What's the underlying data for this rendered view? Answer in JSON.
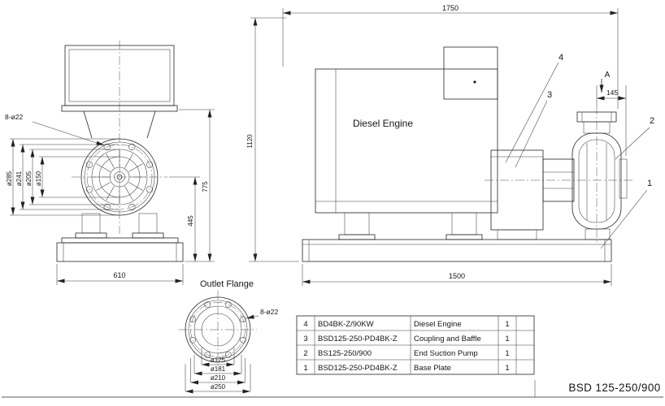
{
  "title_block": {
    "model": "BSD 125-250/900"
  },
  "front_view": {
    "bolt_note": "8-ø22",
    "dia_1": "ø285",
    "dia_2": "ø241",
    "dia_3": "ø205",
    "dia_4": "ø150",
    "base_width": "610",
    "center_height": "445",
    "total_height": "775"
  },
  "side_view": {
    "engine_label": "Diesel Engine",
    "overall_length": "1750",
    "overall_height": "1120",
    "flange_offset": "145",
    "base_length": "1500",
    "section_label": "A",
    "callout_4": "4",
    "callout_3": "3",
    "callout_2": "2",
    "callout_1": "1"
  },
  "flange_view": {
    "label": "Outlet Flange",
    "bolt_note": "8-ø22",
    "dia_1": "ø125",
    "dia_2": "ø181",
    "dia_3": "ø210",
    "dia_4": "ø250"
  },
  "parts_table": {
    "rows": [
      {
        "no": "4",
        "code": "BD4BK-Z/90KW",
        "name": "Diesel Engine",
        "qty": "1"
      },
      {
        "no": "3",
        "code": "BSD125-250-PD4BK-Z",
        "name": "Coupling and Baffle",
        "qty": "1"
      },
      {
        "no": "2",
        "code": "BS125-250/900",
        "name": "End Suction Pump",
        "qty": "1"
      },
      {
        "no": "1",
        "code": "BSD125-250-PD4BK-Z",
        "name": "Base Plate",
        "qty": "1"
      }
    ]
  }
}
